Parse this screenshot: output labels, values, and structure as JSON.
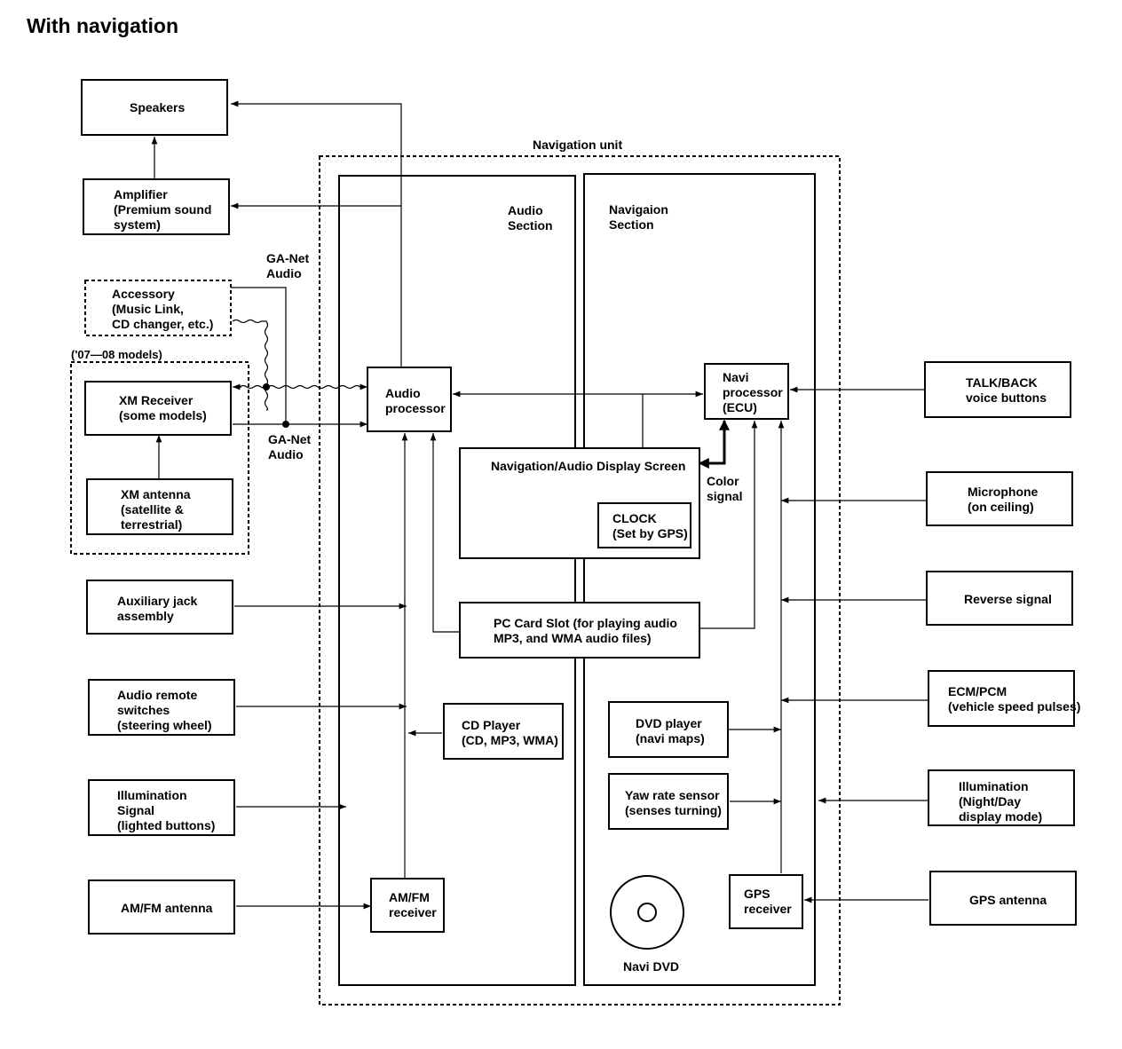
{
  "title": "With navigation",
  "navigation_unit": {
    "label": "Navigation unit",
    "audio_section": [
      "Audio",
      "Section"
    ],
    "navigation_section": [
      "Navigaion",
      "Section"
    ]
  },
  "external_left": {
    "speakers": [
      "Speakers"
    ],
    "amplifier": [
      "Amplifier",
      "(Premium sound",
      "system)"
    ],
    "accessory": [
      "Accessory",
      "(Music Link,",
      "CD changer, etc.)"
    ],
    "models_note": "('07—08 models)",
    "xm_receiver": [
      "XM Receiver",
      "(some models)"
    ],
    "xm_antenna": [
      "XM antenna",
      "(satellite &",
      "terrestrial)"
    ],
    "aux_jack": [
      "Auxiliary jack",
      "assembly"
    ],
    "audio_remote": [
      "Audio remote",
      "switches",
      "(steering wheel)"
    ],
    "illumination_signal": [
      "Illumination",
      "Signal",
      "(lighted buttons)"
    ],
    "amfm_antenna": [
      "AM/FM antenna"
    ]
  },
  "external_right": {
    "talk_back": [
      "TALK/BACK",
      "voice buttons"
    ],
    "microphone": [
      "Microphone",
      "(on ceiling)"
    ],
    "reverse_signal": [
      "Reverse signal"
    ],
    "ecm_pcm": [
      "ECM/PCM",
      "(vehicle speed pulses)"
    ],
    "illumination_mode": [
      "Illumination",
      "(Night/Day",
      "display mode)"
    ],
    "gps_antenna": [
      "GPS antenna"
    ]
  },
  "internal": {
    "audio_processor": [
      "Audio",
      "processor"
    ],
    "navi_processor": [
      "Navi",
      "processor",
      "(ECU)"
    ],
    "display_screen": [
      "Navigation/Audio Display Screen"
    ],
    "clock": [
      "CLOCK",
      "(Set by GPS)"
    ],
    "color_signal": [
      "Color",
      "signal"
    ],
    "pc_card": [
      "PC Card Slot (for playing audio",
      "MP3, and WMA audio files)"
    ],
    "cd_player": [
      "CD Player",
      "(CD, MP3, WMA)"
    ],
    "dvd_player": [
      "DVD player",
      "(navi maps)"
    ],
    "yaw_sensor": [
      "Yaw rate sensor",
      "(senses turning)"
    ],
    "amfm_receiver": [
      "AM/FM",
      "receiver"
    ],
    "gps_receiver": [
      "GPS",
      "receiver"
    ],
    "navi_dvd": [
      "Navi DVD"
    ]
  },
  "bus_labels": {
    "ganet_top": [
      "GA-Net",
      "Audio"
    ],
    "ganet_bottom": [
      "GA-Net",
      "Audio"
    ]
  }
}
